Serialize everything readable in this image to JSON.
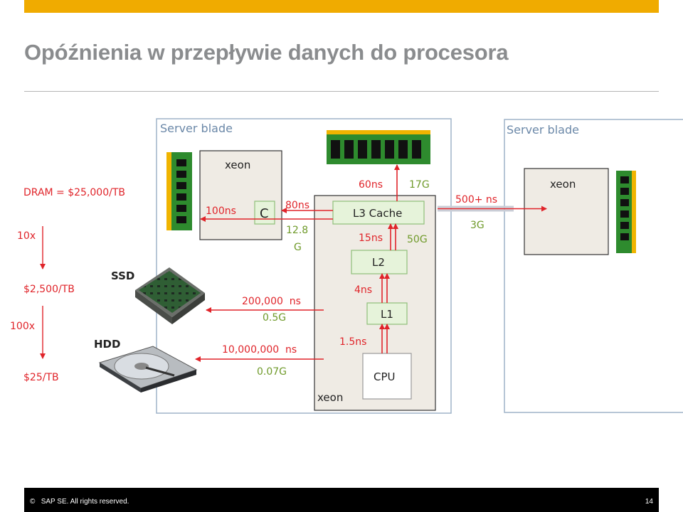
{
  "slide": {
    "title": "Opóźnienia w przepływie danych do procesora",
    "footer_copyright": "©   SAP SE. All rights reserved.",
    "page_number": "14"
  },
  "colors": {
    "accent_bar": "#f0ab00",
    "title_gray": "#8a8c8e",
    "arrow_red": "#e0242a",
    "bandwidth_green": "#6f9a2a",
    "cost_red": "#e0242a",
    "cache_box_fill": "#e6f3da",
    "ram_green": "#2e8b2e",
    "ram_gold": "#f0b400"
  },
  "diagram": {
    "server_blade_left": "Server blade",
    "server_blade_right": "Server blade",
    "cpu_socket_left": "xeon",
    "cpu_socket_remote": "xeon",
    "cpu_socket_main": "xeon",
    "core_c": "C",
    "l3": "L3 Cache",
    "l2": "L2",
    "l1": "L1",
    "cpu": "CPU",
    "lat_ram": "60ns",
    "bw_ram": "17G",
    "lat_remote": "500+ ns",
    "bw_remote": "3G",
    "lat_local_core": "100ns",
    "lat_l3_to_c": "80ns",
    "bw_l3_to_c_1": "12.8",
    "bw_l3_to_c_2": "G",
    "lat_l2": "15ns",
    "bw_l2": "50G",
    "lat_l1": "4ns",
    "lat_cpu": "1.5ns",
    "lat_ssd": "200,000  ns",
    "bw_ssd": "0.5G",
    "lat_hdd": "10,000,000  ns",
    "bw_hdd": "0.07G",
    "ssd_label": "SSD",
    "hdd_label": "HDD"
  },
  "cost_scale": {
    "dram": "DRAM = $25,000/TB",
    "ratio_1": "10x",
    "ssd": "$2,500/TB",
    "ratio_2": "100x",
    "hdd": "$25/TB"
  }
}
